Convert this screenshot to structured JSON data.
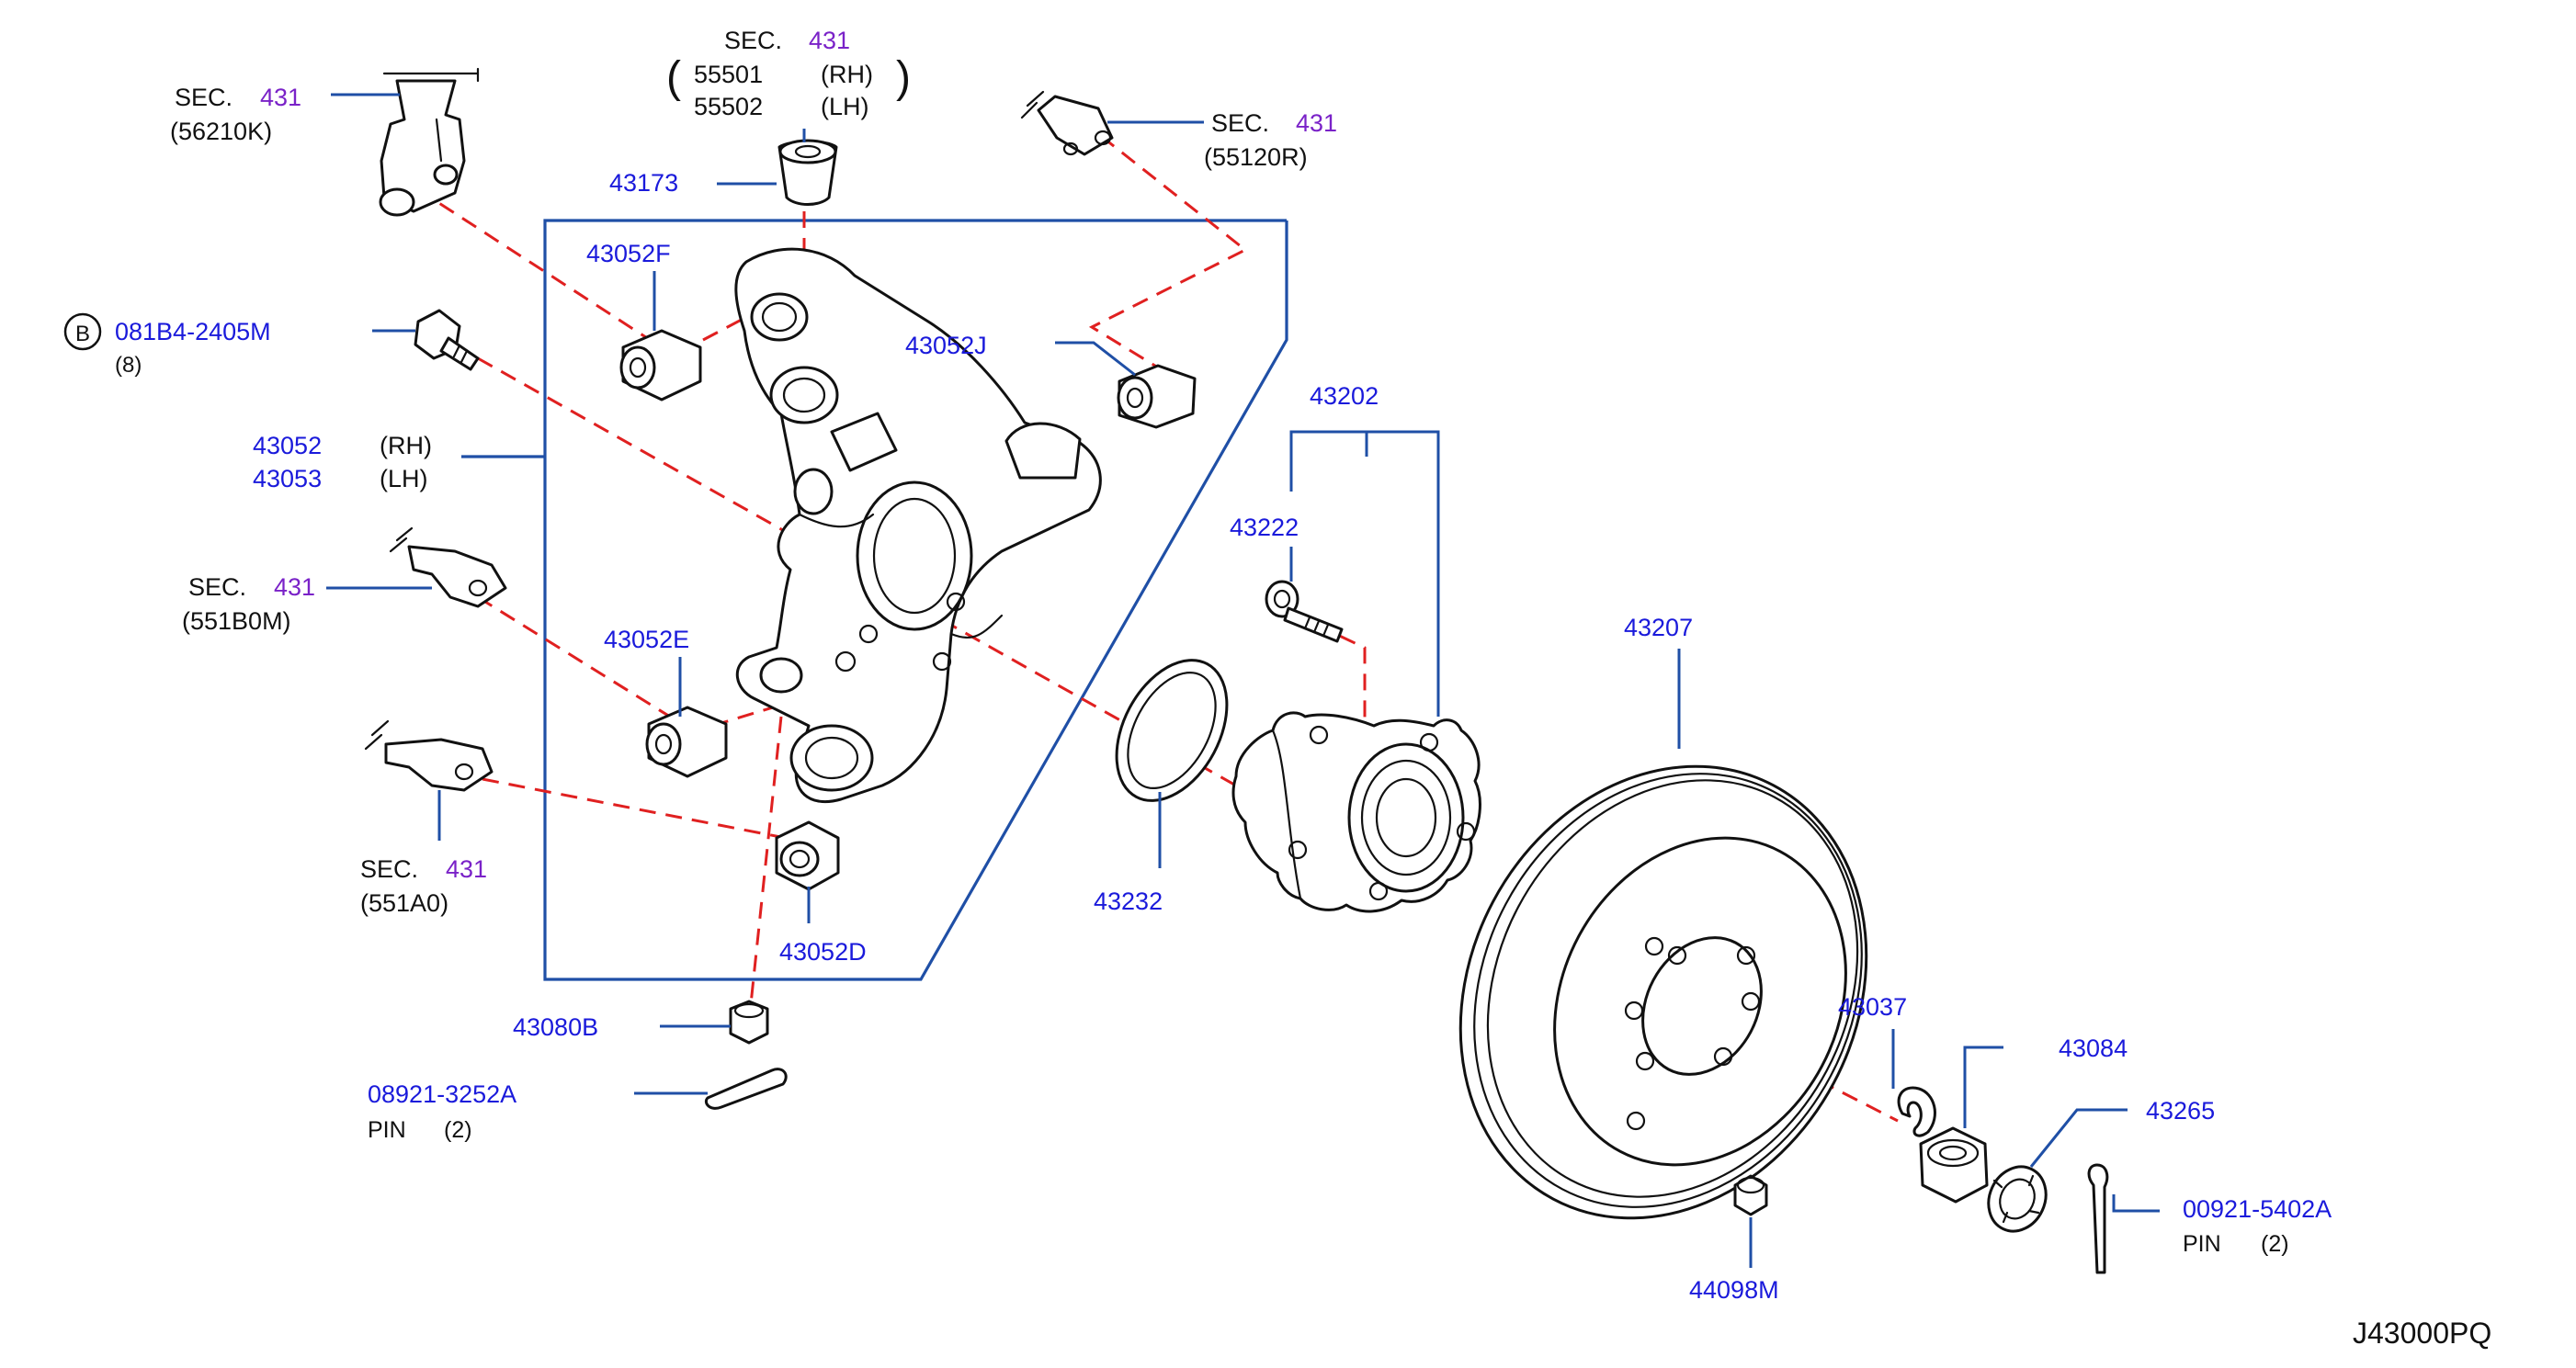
{
  "diagram": {
    "drawing_code": "J43000PQ",
    "labels": {
      "sec_word": "SEC.",
      "sec_code": "431",
      "rh": "(RH)",
      "lh": "(LH)",
      "pin": "PIN",
      "qty2": "(2)",
      "qty8": "(8)",
      "bolt_symbol": "B",
      "paren_open": "(",
      "paren_close": ")"
    },
    "sections": {
      "upper_link": "(56210K)",
      "center_links_rh": "55501",
      "center_links_lh": "55502",
      "upper_right_link": "(55120R)",
      "front_lower_link": "(551B0M)",
      "rear_lower_link": "(551A0)"
    },
    "parts": {
      "p43173": "43173",
      "p43052F": "43052F",
      "p081B4": "081B4-2405M",
      "p43052J": "43052J",
      "p43052": "43052",
      "p43053": "43053",
      "p43052E": "43052E",
      "p43052D": "43052D",
      "p43080B": "43080B",
      "p08921": "08921-3252A",
      "p43202": "43202",
      "p43222": "43222",
      "p43232": "43232",
      "p43207": "43207",
      "p43037": "43037",
      "p43084": "43084",
      "p43265": "43265",
      "p00921": "00921-5402A",
      "p44098M": "44098M"
    }
  }
}
